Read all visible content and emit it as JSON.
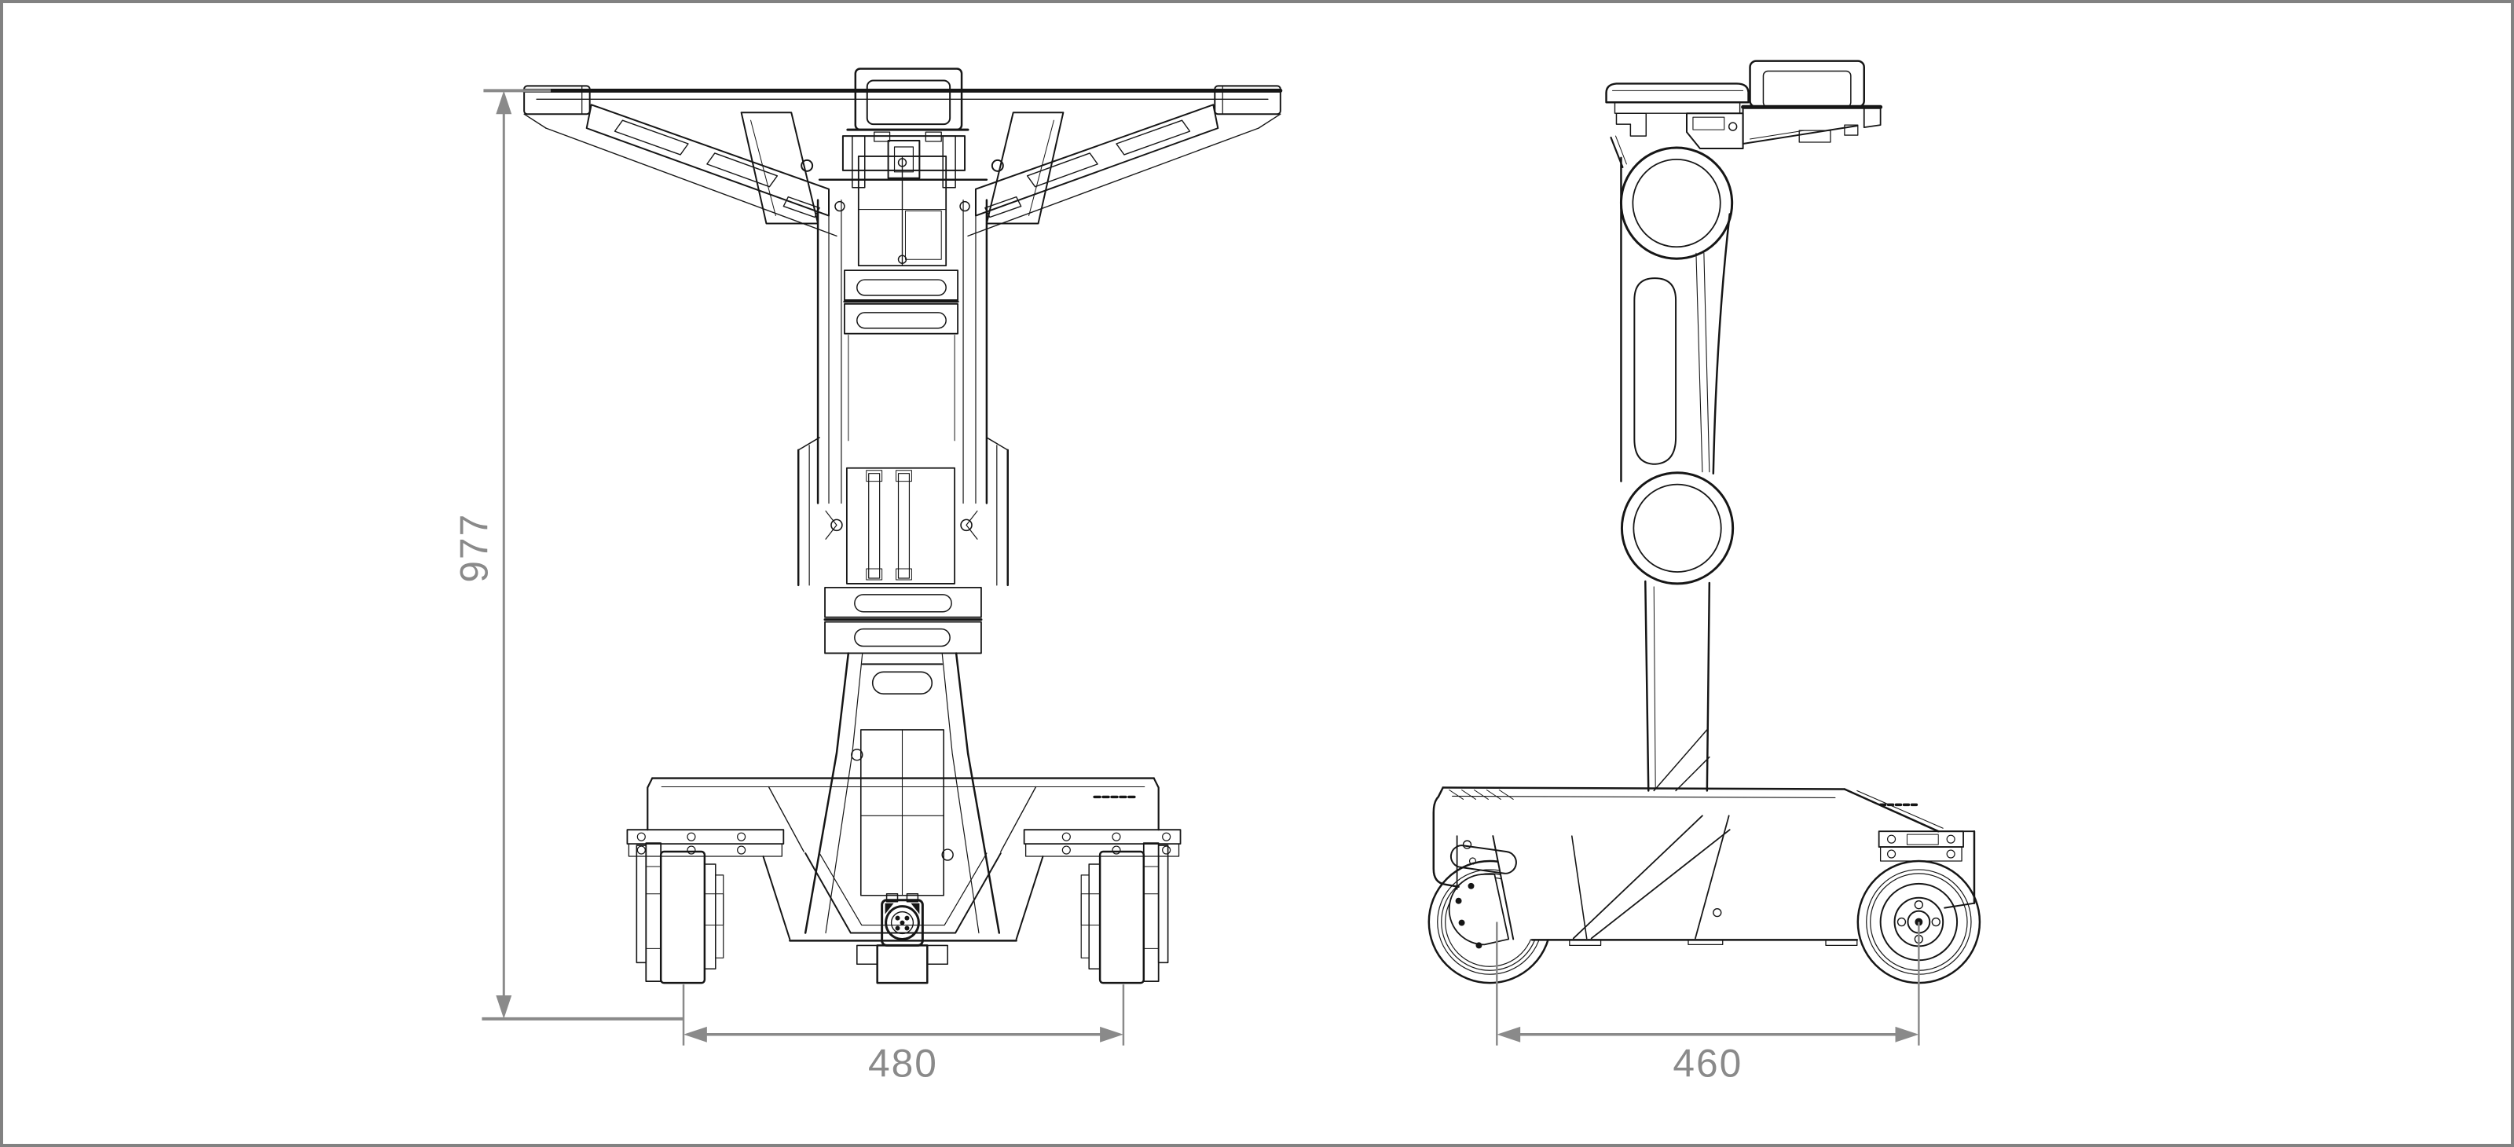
{
  "drawing": {
    "type": "two-view-technical-drawing",
    "subject": "mobile-mast-robot",
    "colors": {
      "background": "#ffffff",
      "frame_border": "#828282",
      "line_art": "#161616",
      "dimension": "#8a8a8a"
    },
    "views": [
      {
        "id": "front-view",
        "position": "left"
      },
      {
        "id": "side-view",
        "position": "right"
      }
    ],
    "dims": {
      "height": {
        "value": "977",
        "view": "front-view",
        "orientation": "vertical"
      },
      "front_width": {
        "value": "480",
        "view": "front-view",
        "orientation": "horizontal"
      },
      "side_wheelbase": {
        "value": "460",
        "view": "side-view",
        "orientation": "horizontal"
      }
    }
  }
}
